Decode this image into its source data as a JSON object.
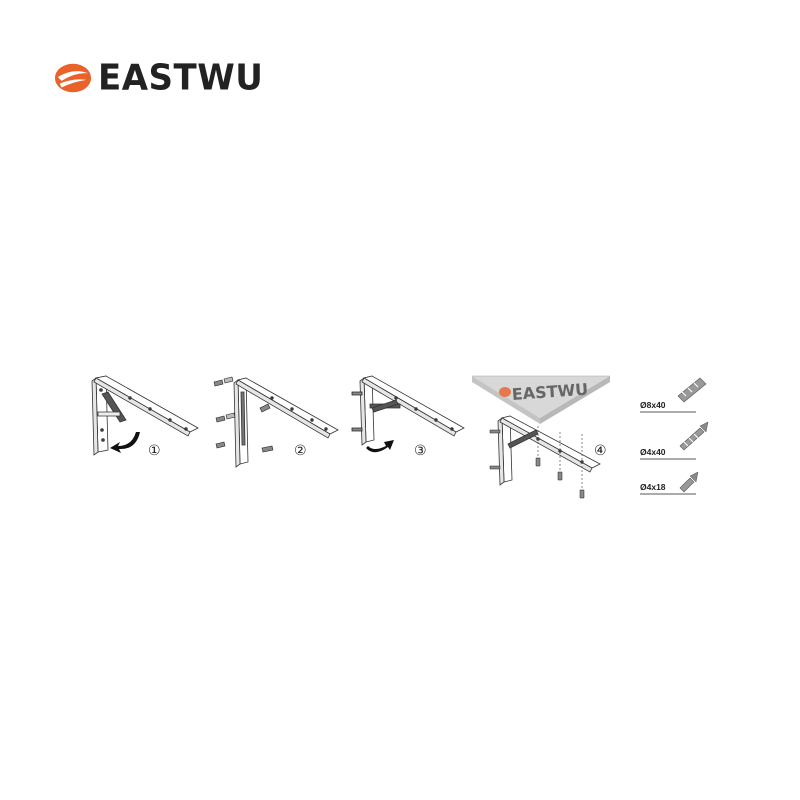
{
  "brand": {
    "name": "EASTWU",
    "accent_color": "#e8622a",
    "board_brand": "EASTWU"
  },
  "steps": [
    {
      "number": "①",
      "icon": "bracket-unfold-arrow"
    },
    {
      "number": "②",
      "icon": "bracket-wall-screws"
    },
    {
      "number": "③",
      "icon": "bracket-fold-arrow"
    },
    {
      "number": "④",
      "icon": "bracket-shelf-board"
    }
  ],
  "screws": [
    {
      "label": "Ø8x40",
      "icon": "wall-plug-icon"
    },
    {
      "label": "Ø4x40",
      "icon": "long-screw-icon"
    },
    {
      "label": "Ø4x18",
      "icon": "short-screw-icon"
    }
  ]
}
